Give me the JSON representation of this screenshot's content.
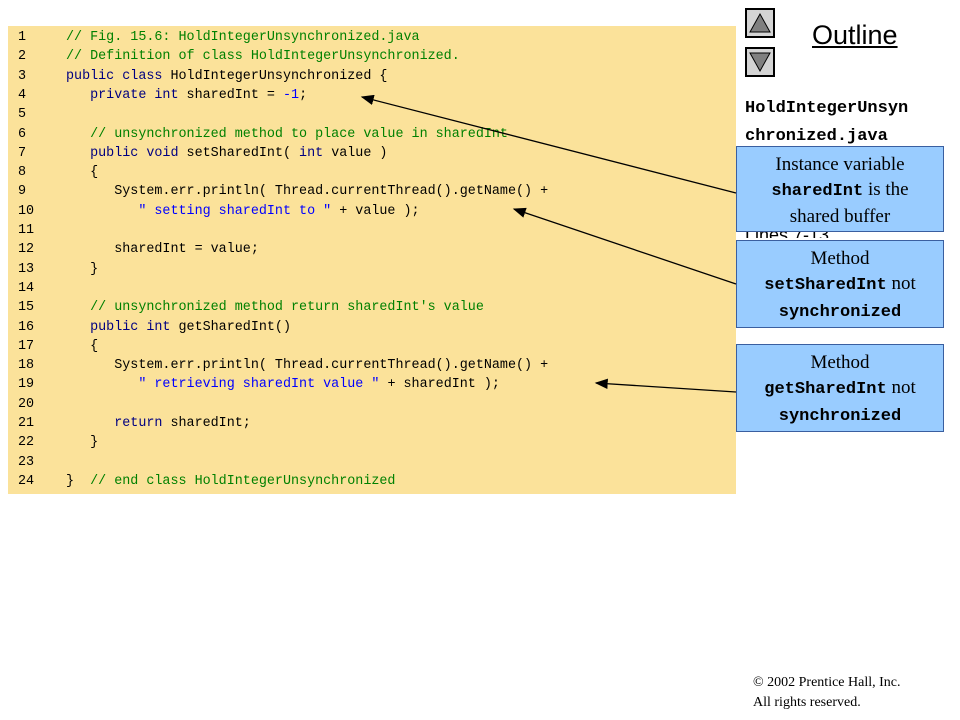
{
  "code": {
    "lines": [
      {
        "n": "1",
        "tokens": [
          {
            "t": "// Fig. 15.6: HoldIntegerUnsynchronized.java",
            "c": "c"
          }
        ]
      },
      {
        "n": "2",
        "tokens": [
          {
            "t": "// Definition of class HoldIntegerUnsynchronized.",
            "c": "c"
          }
        ]
      },
      {
        "n": "3",
        "tokens": [
          {
            "t": "public class ",
            "c": "k"
          },
          {
            "t": "HoldIntegerUnsynchronized {",
            "c": "p"
          }
        ]
      },
      {
        "n": "4",
        "tokens": [
          {
            "t": "   private int ",
            "c": "k"
          },
          {
            "t": "sharedInt = ",
            "c": "p"
          },
          {
            "t": "-1",
            "c": "s"
          },
          {
            "t": ";",
            "c": "p"
          }
        ]
      },
      {
        "n": "5",
        "tokens": []
      },
      {
        "n": "6",
        "tokens": [
          {
            "t": "   // unsynchronized method to place value in sharedInt",
            "c": "c"
          }
        ]
      },
      {
        "n": "7",
        "tokens": [
          {
            "t": "   public void ",
            "c": "k"
          },
          {
            "t": "setSharedInt( ",
            "c": "p"
          },
          {
            "t": "int ",
            "c": "k"
          },
          {
            "t": "value )",
            "c": "p"
          }
        ]
      },
      {
        "n": "8",
        "tokens": [
          {
            "t": "   {",
            "c": "p"
          }
        ]
      },
      {
        "n": "9",
        "tokens": [
          {
            "t": "      System.err.println( Thread.currentThread().getName() +",
            "c": "p"
          }
        ]
      },
      {
        "n": "10",
        "tokens": [
          {
            "t": "         ",
            "c": "p"
          },
          {
            "t": "\" setting sharedInt to \"",
            "c": "s"
          },
          {
            "t": " + value );",
            "c": "p"
          }
        ]
      },
      {
        "n": "11",
        "tokens": []
      },
      {
        "n": "12",
        "tokens": [
          {
            "t": "      sharedInt = value;",
            "c": "p"
          }
        ]
      },
      {
        "n": "13",
        "tokens": [
          {
            "t": "   }",
            "c": "p"
          }
        ]
      },
      {
        "n": "14",
        "tokens": []
      },
      {
        "n": "15",
        "tokens": [
          {
            "t": "   // unsynchronized method return sharedInt's value",
            "c": "c"
          }
        ]
      },
      {
        "n": "16",
        "tokens": [
          {
            "t": "   public int ",
            "c": "k"
          },
          {
            "t": "getSharedInt()",
            "c": "p"
          }
        ]
      },
      {
        "n": "17",
        "tokens": [
          {
            "t": "   {",
            "c": "p"
          }
        ]
      },
      {
        "n": "18",
        "tokens": [
          {
            "t": "      System.err.println( Thread.currentThread().getName() +",
            "c": "p"
          }
        ]
      },
      {
        "n": "19",
        "tokens": [
          {
            "t": "         ",
            "c": "p"
          },
          {
            "t": "\" retrieving sharedInt value \"",
            "c": "s"
          },
          {
            "t": " + sharedInt );",
            "c": "p"
          }
        ]
      },
      {
        "n": "20",
        "tokens": []
      },
      {
        "n": "21",
        "tokens": [
          {
            "t": "      return ",
            "c": "k"
          },
          {
            "t": "sharedInt;",
            "c": "p"
          }
        ]
      },
      {
        "n": "22",
        "tokens": [
          {
            "t": "   }",
            "c": "p"
          }
        ]
      },
      {
        "n": "23",
        "tokens": []
      },
      {
        "n": "24",
        "tokens": [
          {
            "t": "}  ",
            "c": "p"
          },
          {
            "t": "// end class HoldIntegerUnsynchronized",
            "c": "c"
          }
        ]
      }
    ]
  },
  "nav": {
    "prev_icon": "triangle-up-icon",
    "next_icon": "triangle-down-icon"
  },
  "sidebar": {
    "outline_label": "Outline",
    "file_name_line1": "HoldIntegerUnsyn",
    "file_name_line2": "chronized.java",
    "lines_peek": "Lines 7-13"
  },
  "callouts": [
    {
      "pre": "Instance variable",
      "mono": "sharedInt",
      "post": " is the",
      "tail": "shared buffer"
    },
    {
      "pre": "Method",
      "mono": "setSharedInt",
      "post": " not",
      "tail": "synchronized"
    },
    {
      "pre": "Method",
      "mono": "getSharedInt",
      "post": " not",
      "tail": "synchronized"
    }
  ],
  "footer": {
    "copyright": "© 2002 Prentice Hall, Inc.",
    "rights": "All rights reserved."
  },
  "colors": {
    "code_background": "#fbe29a",
    "keyword": "#000080",
    "comment": "#008000",
    "string": "#0000ff",
    "callout_background": "#99ccff",
    "nav_button_fill": "#808080"
  }
}
